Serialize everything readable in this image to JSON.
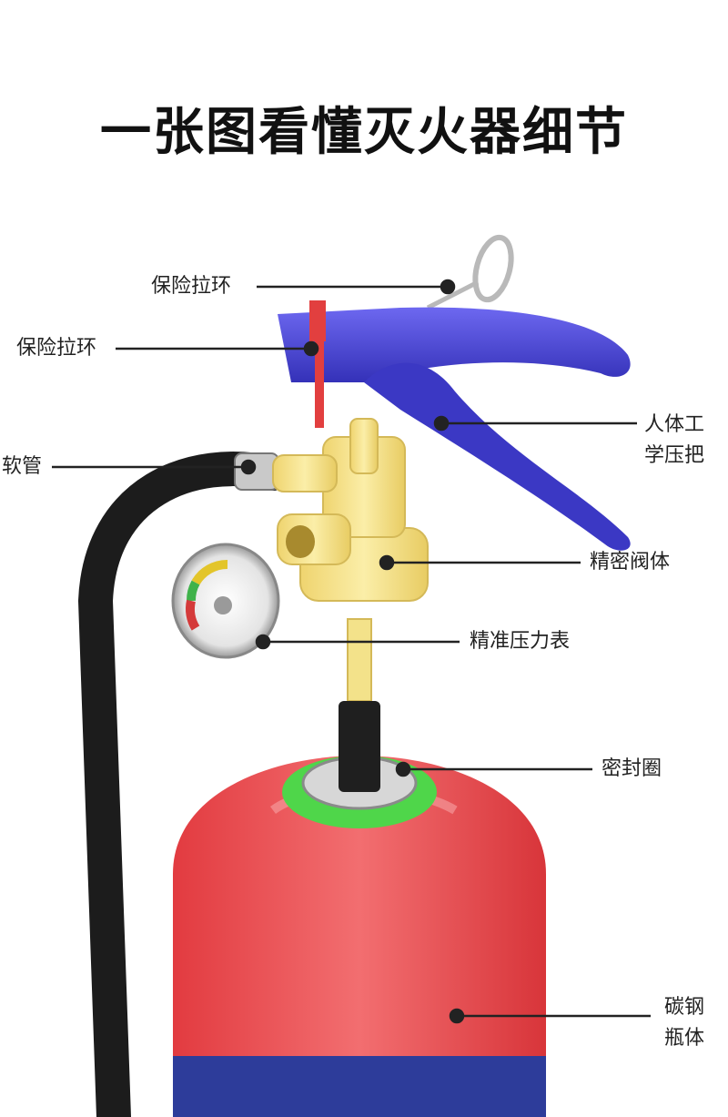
{
  "title": "一张图看懂灭火器细节",
  "labels": {
    "pull_ring_top": "保险拉环",
    "pull_ring_left": "保险拉环",
    "hose": "软管",
    "handle_line1": "人体工",
    "handle_line2": "学压把",
    "valve_body": "精密阀体",
    "pressure_gauge": "精准压力表",
    "seal_ring": "密封圈",
    "cylinder_line1": "碳钢",
    "cylinder_line2": "瓶体"
  },
  "colors": {
    "handle": "#4a45d6",
    "valve": "#f3e28a",
    "cylinder": "#ec4a4e",
    "seal": "#4fd64a",
    "hose": "#1c1c1c",
    "safety_pin": "#e23f3f"
  },
  "icons": [
    "pull-ring-icon",
    "safety-pin-icon",
    "hose-icon",
    "handle-lever-icon",
    "valve-body-icon",
    "pressure-gauge-icon",
    "seal-ring-icon",
    "cylinder-icon"
  ]
}
